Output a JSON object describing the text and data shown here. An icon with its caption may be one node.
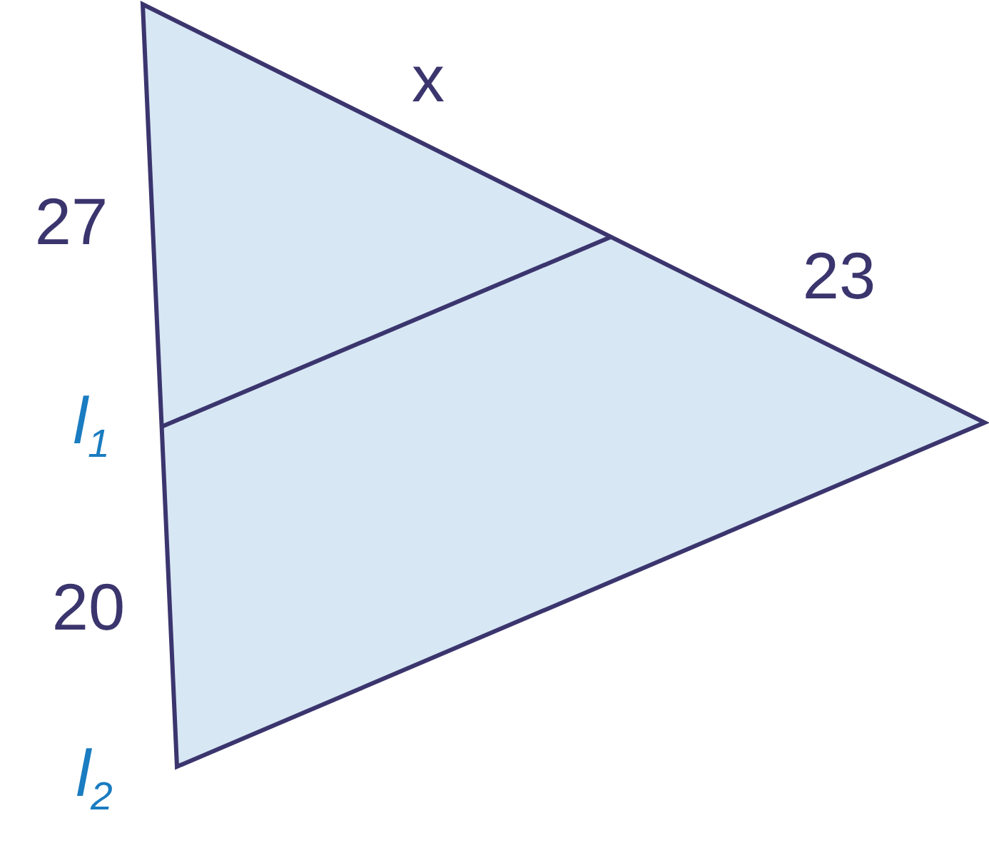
{
  "diagram": {
    "labels": [
      "x",
      "27",
      "23",
      "l$_{1}$",
      "20",
      "l$_{2}$"
    ]
  }
}
